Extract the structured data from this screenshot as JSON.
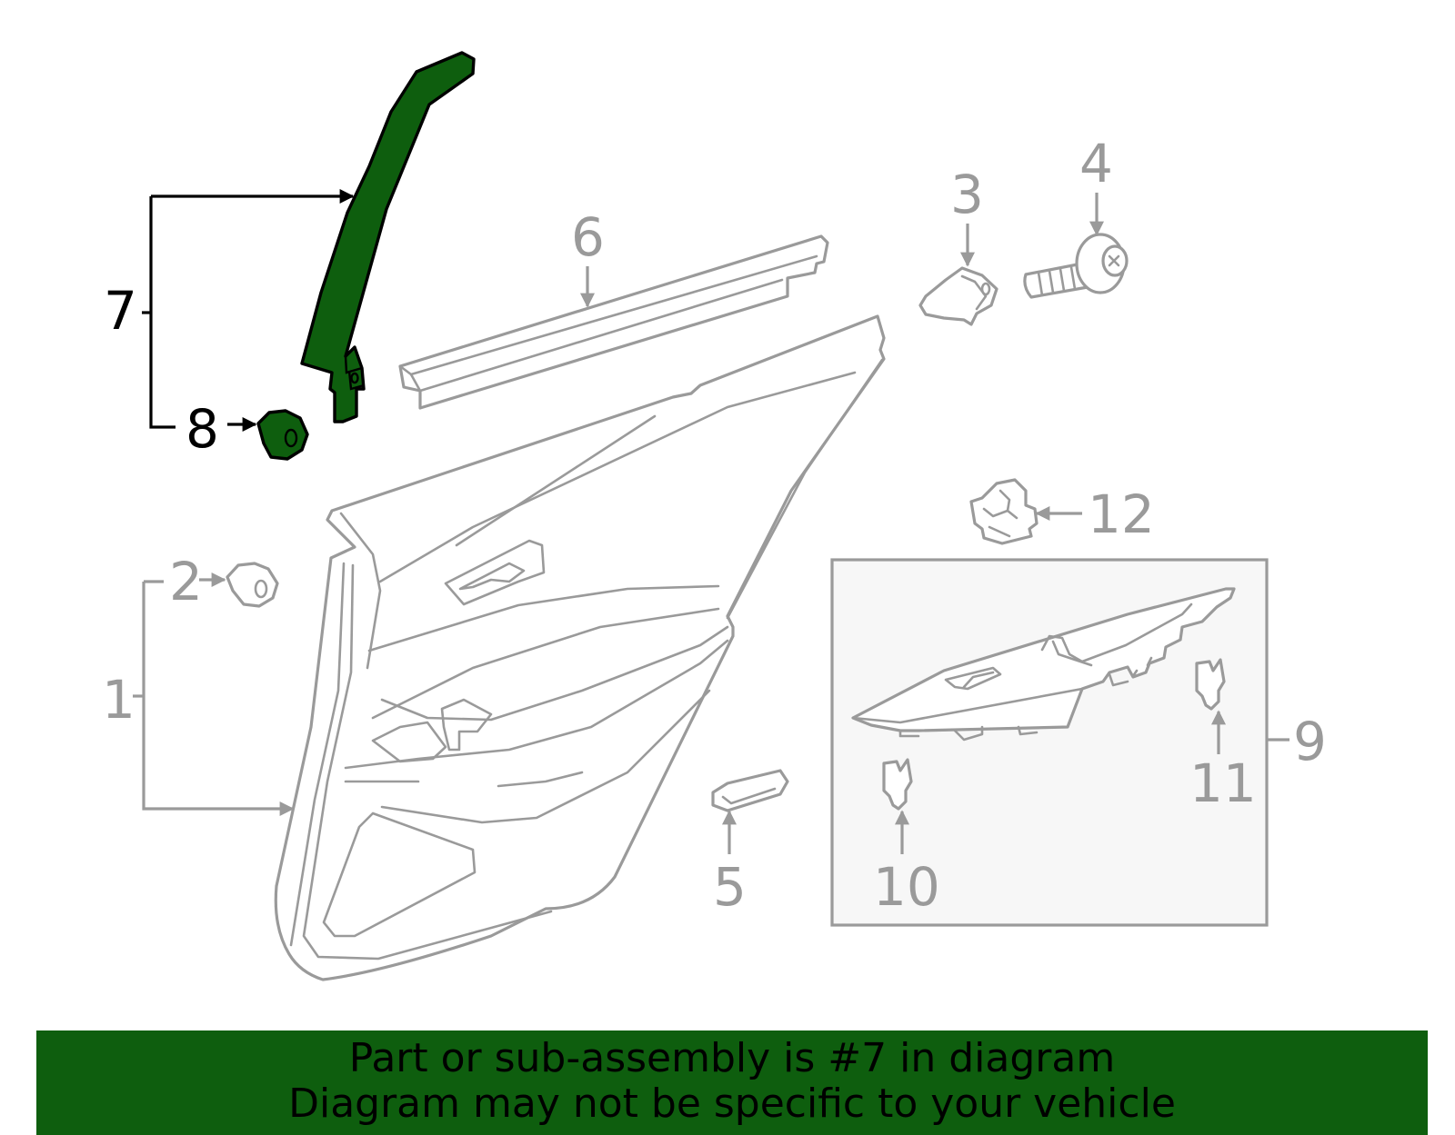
{
  "colors": {
    "highlight": "#0e5e0e",
    "line": "#9a9a9a",
    "callout_active": "#000000",
    "banner_bg": "#0e5e0e",
    "banner_text": "#000000"
  },
  "callouts": {
    "c1": "1",
    "c2": "2",
    "c3": "3",
    "c4": "4",
    "c5": "5",
    "c6": "6",
    "c7": "7",
    "c8": "8",
    "c9": "9",
    "c10": "10",
    "c11": "11",
    "c12": "12"
  },
  "highlighted_callouts": [
    "7",
    "8"
  ],
  "banner": {
    "line1": "Part or sub-assembly is #7 in diagram",
    "line2": "Diagram may not be specific to your vehicle"
  }
}
